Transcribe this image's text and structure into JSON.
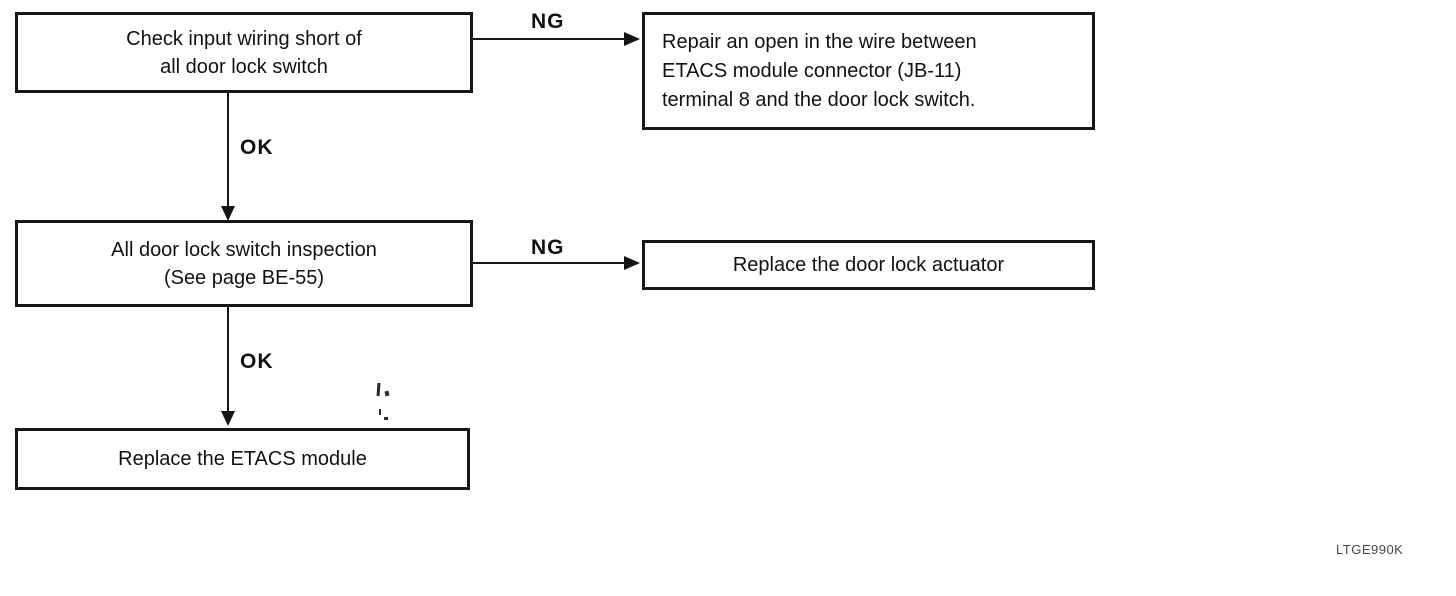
{
  "colors": {
    "background": "#ffffff",
    "line": "#161616",
    "text": "#121212",
    "footer_text": "#474747"
  },
  "boxes": {
    "check_input": {
      "lines": [
        "Check input wiring short of",
        "all door lock switch"
      ]
    },
    "repair_wire": {
      "lines": [
        "Repair an open in the wire between",
        "ETACS module connector (JB-11)",
        "terminal 8 and the door lock switch."
      ]
    },
    "inspection": {
      "lines": [
        "All door lock switch inspection",
        "(See page BE-55)"
      ]
    },
    "replace_actuator": {
      "lines": [
        "Replace the door lock actuator"
      ]
    },
    "replace_etacs": {
      "lines": [
        "Replace the ETACS module"
      ]
    }
  },
  "arrows": {
    "ng_top": {
      "label": "NG"
    },
    "ok_top": {
      "label": "OK"
    },
    "ng_middle": {
      "label": "NG"
    },
    "ok_bottom": {
      "label": "OK"
    }
  },
  "footer": {
    "code": "LTGE990K"
  }
}
